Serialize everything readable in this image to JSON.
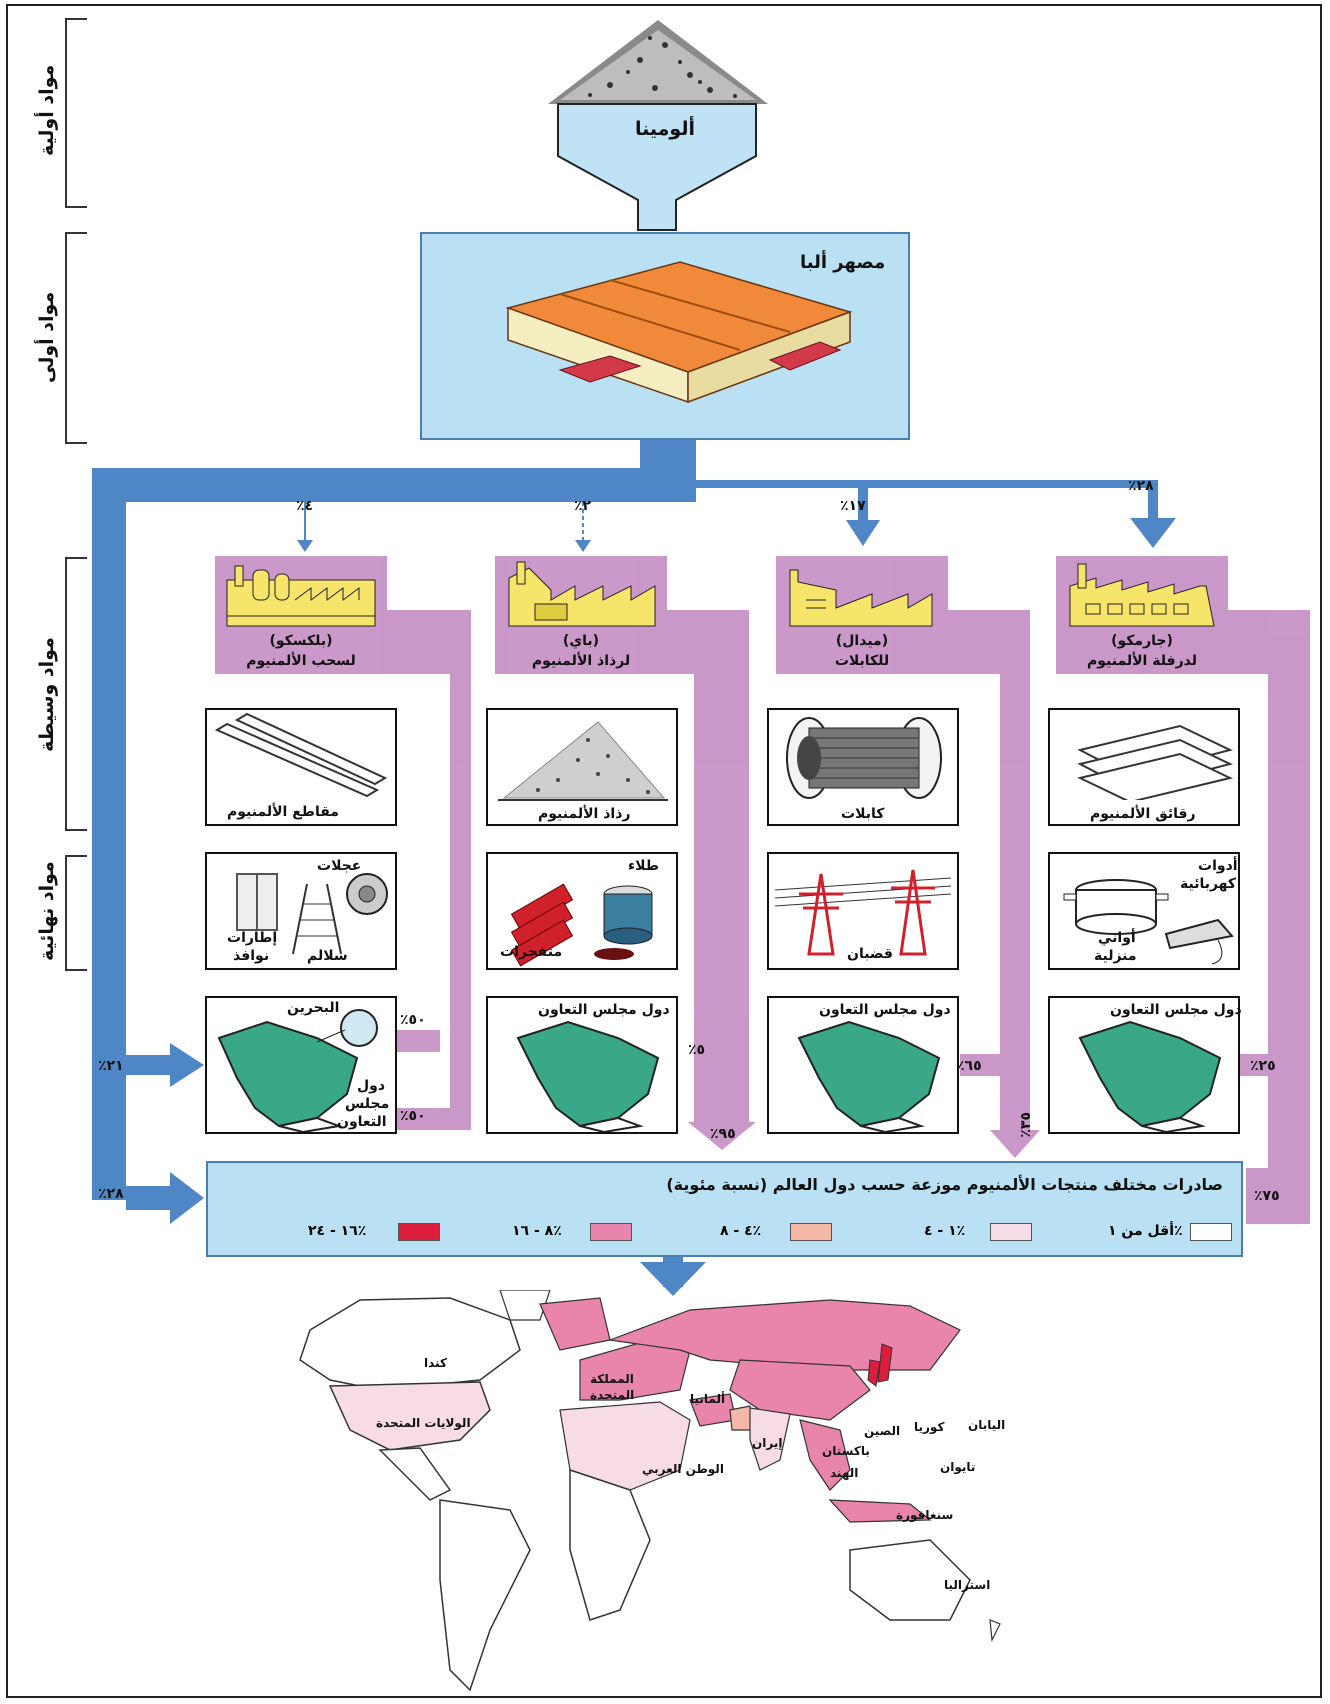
{
  "stages": {
    "raw": "مواد أولية",
    "primary": "مواد أولى",
    "intermediate": "مواد وسيطة",
    "final": "مواد نهائية"
  },
  "hopper": {
    "label": "ألومينا"
  },
  "smelter": {
    "label": "مصهر ألبا"
  },
  "branch_percents": {
    "drsm": "٪٤",
    "bay": "٪٢",
    "midal": "٪١٧",
    "garmco": "٪٢٨"
  },
  "factories": [
    {
      "name_paren": "(بلكسكو)",
      "name_desc": "لسحب الألمنيوم"
    },
    {
      "name_paren": "(باي)",
      "name_desc": "لرذاذ الألمنيوم"
    },
    {
      "name_paren": "(ميدال)",
      "name_desc": "للكابلات"
    },
    {
      "name_paren": "(جارمكو)",
      "name_desc": "لدرفلة الألمنيوم"
    }
  ],
  "intermediate_products": [
    "مقاطع الألمنيوم",
    "رذاذ الألمنيوم",
    "كابلات",
    "رقائق الألمنيوم"
  ],
  "final_products": {
    "col1": {
      "a": "عجلات",
      "b": "إطارات",
      "c": "نوافذ",
      "d": "سلالم"
    },
    "col2": {
      "a": "طلاء",
      "b": "متفجرات"
    },
    "col3": {
      "a": "قضبان"
    },
    "col4": {
      "a": "أدوات",
      "b": "كهربائية",
      "c": "أواني",
      "d": "منزلية"
    }
  },
  "gcc_boxes": {
    "col1": {
      "bahrain": "البحرين",
      "l1": "دول",
      "l2": "مجلس",
      "l3": "التعاون",
      "p_top": "٪٥٠",
      "p_bottom": "٪٥٠"
    },
    "col2": {
      "title": "دول مجلس التعاون",
      "p_in": "٪٥",
      "p_out": "٪٩٥"
    },
    "col3": {
      "title": "دول مجلس التعاون",
      "p_in": "٪٦٥",
      "p_out": "٪٣٥"
    },
    "col4": {
      "title": "دول مجلس التعاون",
      "p_in": "٪٢٥",
      "p_out": "٪٧٥"
    }
  },
  "left_flow": {
    "gcc": "٪٢١",
    "export": "٪٢٨"
  },
  "export_panel": {
    "title": "صادرات مختلف منتجات الألمنيوم موزعة حسب دول العالم (نسبة مئوية)",
    "legend": [
      {
        "label": "أقل من ١٪",
        "color": "#ffffff"
      },
      {
        "label": "١ - ٤٪",
        "color": "#f7dbe6"
      },
      {
        "label": "٤ - ٨٪",
        "color": "#f6b8a6"
      },
      {
        "label": "٨ - ١٦٪",
        "color": "#e985ac"
      },
      {
        "label": "١٦ - ٢٤٪",
        "color": "#dc1d3c"
      }
    ]
  },
  "map_labels": {
    "canada": "كندا",
    "usa": "الولايات المتحدة",
    "uk": "المملكة",
    "uk2": "المتحدة",
    "germany": "ألمانيا",
    "arab": "الوطن العربي",
    "iran": "إيران",
    "pakistan": "باكستان",
    "india": "الهند",
    "china": "الصين",
    "korea": "كوريا",
    "japan": "اليابان",
    "taiwan": "تايوان",
    "singapore": "سنغافورة",
    "australia": "استراليا"
  }
}
